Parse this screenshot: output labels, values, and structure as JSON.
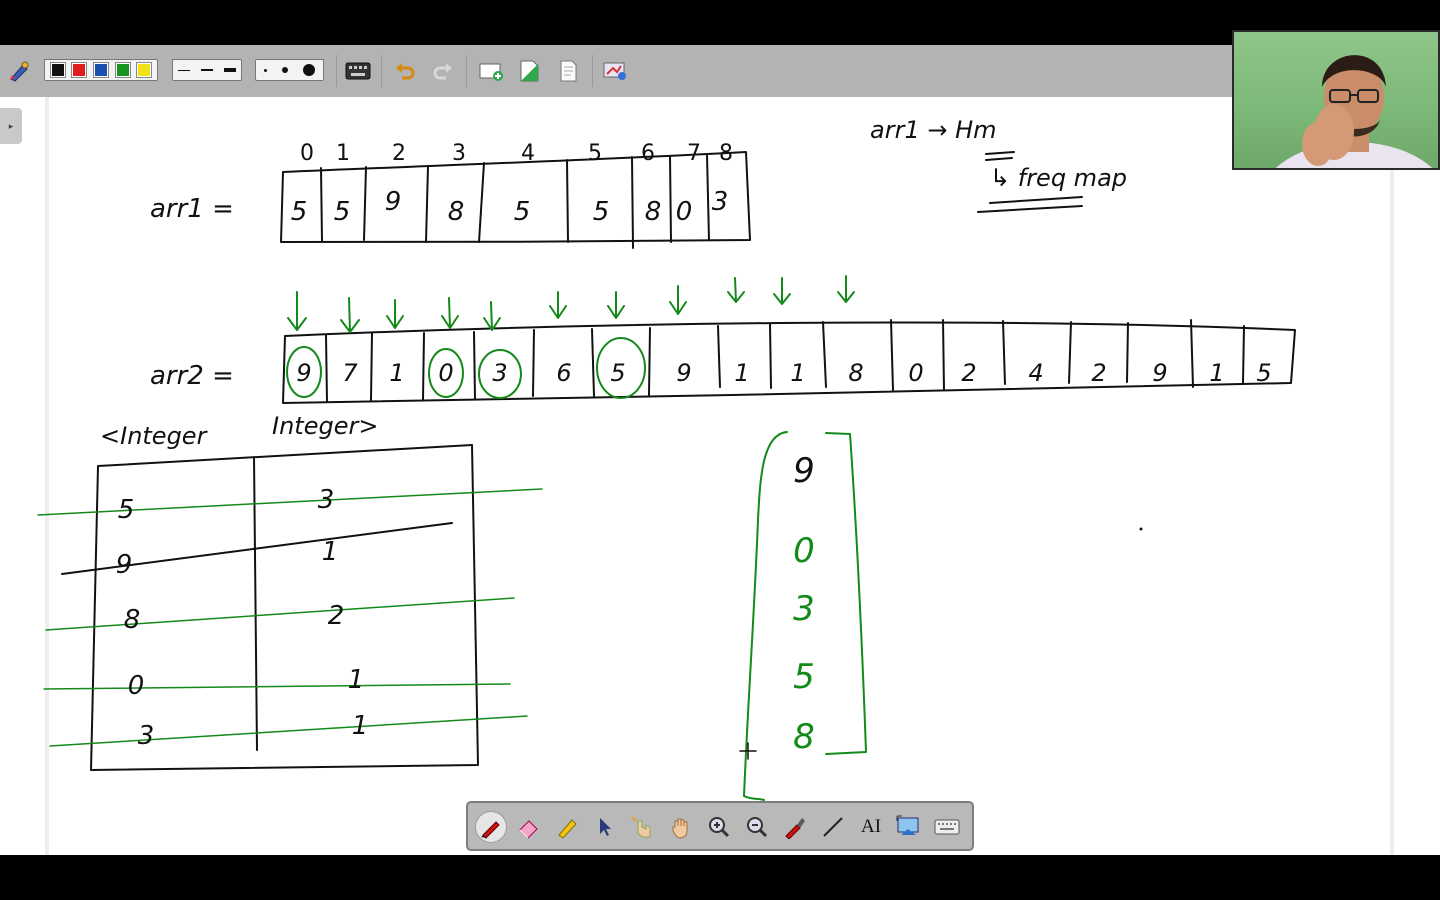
{
  "toolbar": {
    "colors": [
      "#111111",
      "#e01b1b",
      "#1b4fb0",
      "#16961f",
      "#f2e318"
    ],
    "tools": [
      {
        "name": "pen-settings-icon"
      },
      {
        "name": "keyboard-icon"
      },
      {
        "name": "undo-icon"
      },
      {
        "name": "redo-icon"
      },
      {
        "name": "add-page-icon"
      },
      {
        "name": "insert-page-icon"
      },
      {
        "name": "page-icon"
      },
      {
        "name": "screen-capture-icon"
      }
    ]
  },
  "whiteboard": {
    "arr1_label": "arr1 =",
    "arr1_indices": [
      "0",
      "1",
      "2",
      "3",
      "4",
      "5",
      "6",
      "7",
      "8"
    ],
    "arr1_values": [
      "5",
      "5",
      "9",
      "8",
      "5",
      "5",
      "8",
      "0",
      "3"
    ],
    "arr2_label": "arr2 =",
    "arr2_values": [
      "9",
      "7",
      "1",
      "0",
      "3",
      "6",
      "5",
      "9",
      "1",
      "1",
      "8",
      "0",
      "2",
      "4",
      "2",
      "9",
      "1",
      "5"
    ],
    "arr2_circled": [
      0,
      3,
      4,
      6
    ],
    "note_line1": "arr1 → Hm",
    "note_line2": "↳ freq map",
    "map_header_left": "<Integer",
    "map_header_right": "Integer>",
    "map_keys": [
      "5",
      "9",
      "8",
      "0",
      "3"
    ],
    "map_vals": [
      "3",
      "1",
      "2",
      "1",
      "1"
    ],
    "result_values": [
      "9",
      "0",
      "3",
      "5",
      "8"
    ]
  },
  "bottom_toolbar": {
    "tools": [
      {
        "name": "pen-tool",
        "active": true
      },
      {
        "name": "eraser-tool"
      },
      {
        "name": "highlighter-tool"
      },
      {
        "name": "pointer-tool"
      },
      {
        "name": "laser-pointer-tool"
      },
      {
        "name": "pan-hand-tool"
      },
      {
        "name": "zoom-in-tool"
      },
      {
        "name": "zoom-out-tool"
      },
      {
        "name": "color-picker-tool"
      },
      {
        "name": "line-tool"
      },
      {
        "name": "text-tool",
        "label": "AI"
      },
      {
        "name": "screenshot-tool"
      },
      {
        "name": "keyboard-tool"
      }
    ]
  },
  "colors": {
    "ink_black": "#111111",
    "ink_green": "#138a1a",
    "toolbar_bg": "#b3b3b3",
    "canvas_bg": "#ffffff"
  }
}
